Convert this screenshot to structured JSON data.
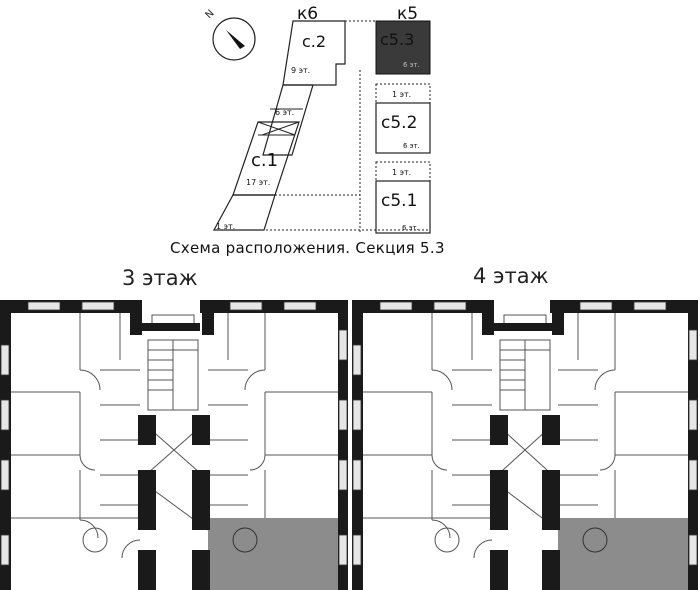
{
  "scheme": {
    "caption": "Схема расположения. Секция 5.3",
    "corpus_labels": [
      "к6",
      "к5"
    ],
    "sections": [
      {
        "name": "с.2",
        "floors": "9 эт."
      },
      {
        "name": "с.1",
        "floors": "17 эт.",
        "lower_floors": "6 эт.",
        "ground": "1 эт."
      },
      {
        "name": "с5.3",
        "floors": "6 эт.",
        "highlighted": true
      },
      {
        "name": "с5.2",
        "floors": "6 эт.",
        "ground": "1 эт."
      },
      {
        "name": "с5.1",
        "floors": "6 эт.",
        "ground": "1 эт."
      }
    ],
    "compass_letter": "N"
  },
  "floor_titles": [
    "3 этаж",
    "4 этаж"
  ],
  "colors": {
    "highlight_dark": "#3a3a3a",
    "highlight_plan": "#8c8c8c",
    "wall": "#1a1a1a",
    "line": "#555555",
    "window": "#e6e6e6"
  }
}
